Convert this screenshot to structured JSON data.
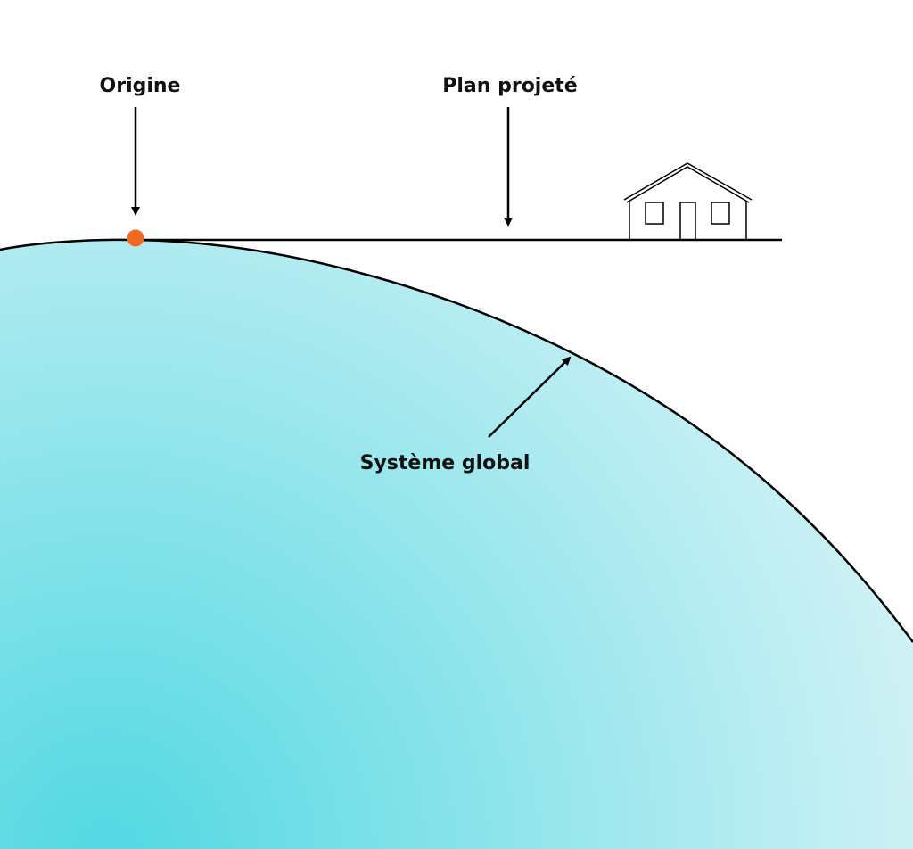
{
  "labels": {
    "origin": "Origine",
    "plane": "Plan projeté",
    "global": "Système global"
  },
  "colors": {
    "globe_light": "#e0f5f8",
    "globe_dark": "#52d8e2",
    "origin_dot": "#f26a21",
    "line": "#000000"
  },
  "icons": {
    "house": "house-icon"
  }
}
